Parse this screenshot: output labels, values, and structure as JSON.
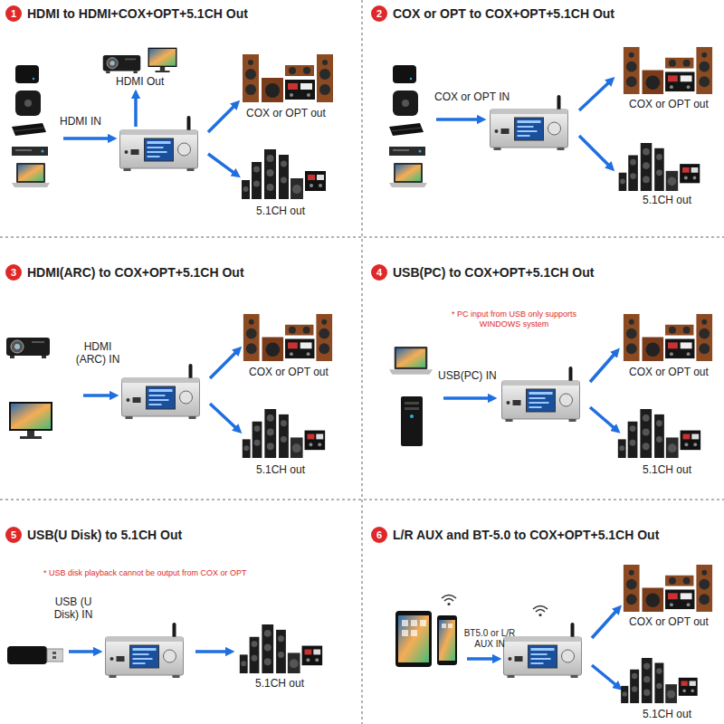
{
  "diagram": {
    "nodes": [
      {
        "text": [
          "1",
          "HDMI to HDMI+COX+OPT+5.1CH Out"
        ]
      },
      {
        "text": [
          "2",
          "COX or OPT to COX+OPT+5.1CH Out"
        ]
      },
      {
        "text": [
          "3",
          "HDMI(ARC) to COX+OPT+5.1CH Out"
        ]
      },
      {
        "text": [
          "4",
          "USB(PC) to COX+OPT+5.1CH Out"
        ]
      },
      {
        "text": [
          "5",
          "USB(U Disk) to 5.1CH Out"
        ]
      },
      {
        "text": [
          "6",
          "L/R AUX and BT-5.0 to COX+OPT+5.1CH Out"
        ]
      }
    ],
    "labels": [
      "HDMI Out",
      "HDMI IN",
      "COX or OPT out",
      "5.1CH out",
      "COX or OPT IN",
      "COX or OPT out",
      "5.1CH out",
      "HDMI (ARC) IN",
      "COX or OPT out",
      "5.1CH out",
      "* PC input from USB only supports WINDOWS system",
      "USB(PC) IN",
      "COX or OPT out",
      "5.1CH out",
      "* USB disk playback cannot be output from COX or OPT",
      "USB (U Disk) IN",
      "5.1CH out",
      "BT5.0 or L/R AUX IN",
      "COX or OPT out",
      "5.1CH out"
    ]
  }
}
